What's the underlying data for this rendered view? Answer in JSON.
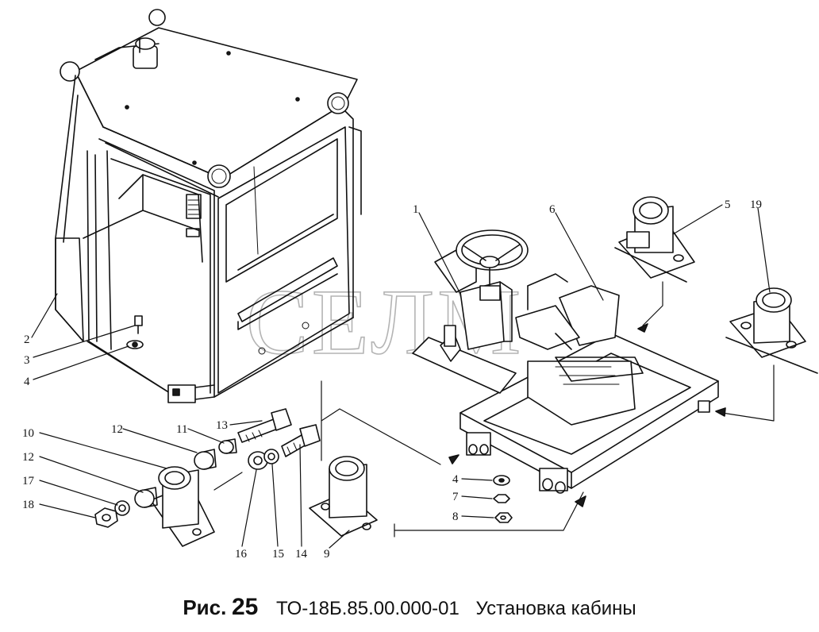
{
  "watermark": "СЕЛМ",
  "caption": {
    "fig_prefix": "Рис.",
    "fig_number": "25",
    "doc_code": "ТО-18Б.85.00.000-01",
    "title": "Установка кабины"
  },
  "callouts": [
    "1",
    "2",
    "3",
    "4",
    "5",
    "6",
    "19",
    "10",
    "12",
    "11",
    "13",
    "12",
    "17",
    "18",
    "16",
    "15",
    "14",
    "9",
    "4",
    "7",
    "8"
  ]
}
